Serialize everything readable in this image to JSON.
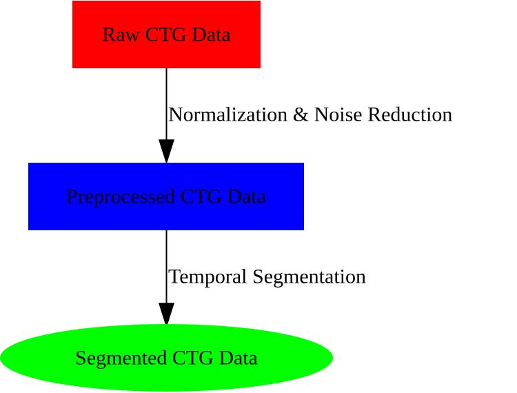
{
  "nodes": {
    "raw": {
      "label": "Raw CTG Data",
      "shape": "box",
      "fill_color": "#ff0000"
    },
    "preprocessed": {
      "label": "Preprocessed CTG Data",
      "shape": "box",
      "fill_color": "#0000ff"
    },
    "segmented": {
      "label": "Segmented CTG Data",
      "shape": "ellipse",
      "fill_color": "#00ff00"
    }
  },
  "edges": [
    {
      "from": "raw",
      "to": "preprocessed",
      "label": "Normalization & Noise Reduction"
    },
    {
      "from": "preprocessed",
      "to": "segmented",
      "label": "Temporal Segmentation"
    }
  ],
  "colors": {
    "edge": "#000000",
    "text": "#000000",
    "background": "#ffffff"
  }
}
